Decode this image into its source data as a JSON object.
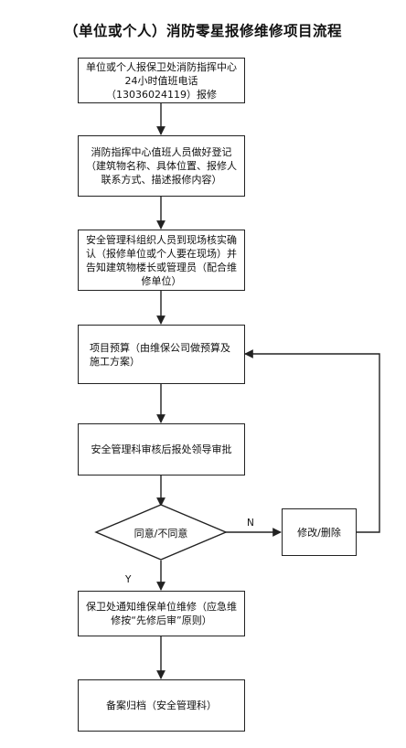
{
  "title": "（单位或个人）消防零星报修维修项目流程",
  "steps": [
    "单位或个人报保卫处消防指挥中心24小时值班电话（13036024119）报修",
    "消防指挥中心值班人员做好登记（建筑物名称、具体位置、报修人联系方式、描述报修内容）",
    "安全管理科组织人员到现场核实确认（报修单位或个人要在现场）并告知建筑物楼长或管理员（配合维修单位）",
    "项目预算（由维保公司做预算及施工方案）",
    "安全管理科审核后报处领导审批",
    "保卫处通知维保单位维修（应急维修按“先修后审”原则）",
    "备案归档（安全管理科）"
  ],
  "decision": "同意/不同意",
  "side_box": "修改/删除",
  "branch_no": "N",
  "branch_yes": "Y"
}
